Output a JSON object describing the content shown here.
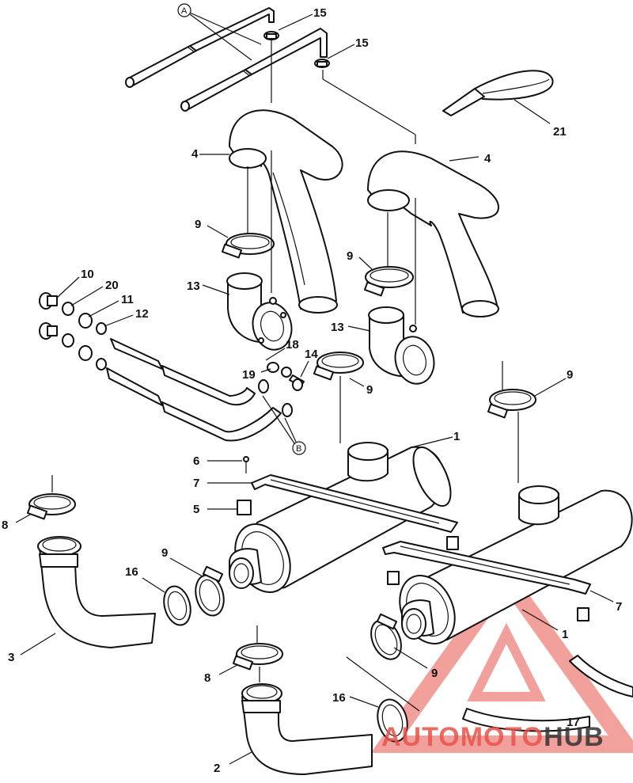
{
  "diagram": {
    "callouts": {
      "n1a": "1",
      "n1b": "1",
      "n2": "2",
      "n3": "3",
      "n4a": "4",
      "n4b": "4",
      "n5": "5",
      "n6": "6",
      "n7a": "7",
      "n7b": "7",
      "n8a": "8",
      "n8b": "8",
      "n9a": "9",
      "n9b": "9",
      "n9c": "9",
      "n9d": "9",
      "n9e": "9",
      "n9f": "9",
      "n10": "10",
      "n11": "11",
      "n12": "12",
      "n13a": "13",
      "n13b": "13",
      "n14": "14",
      "n15a": "15",
      "n15b": "15",
      "n16a": "16",
      "n16b": "16",
      "n17": "17",
      "n18": "18",
      "n19": "19",
      "n20": "20",
      "n21": "21"
    },
    "refs": {
      "A": "A",
      "B": "B"
    }
  },
  "watermark": {
    "word_part1": "AUTOMOTO",
    "word_part2": "HUB",
    "color_primary": "#e8534a",
    "color_secondary": "#333333"
  }
}
